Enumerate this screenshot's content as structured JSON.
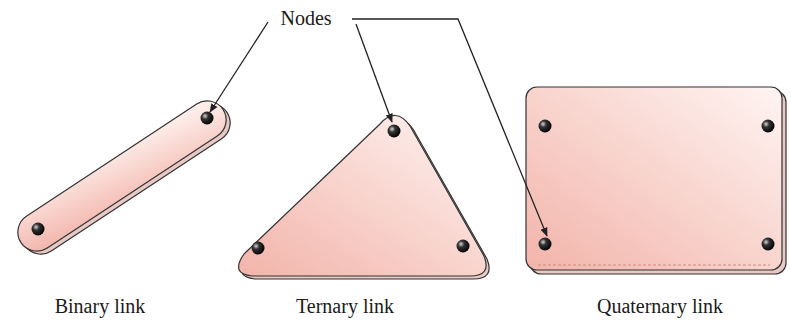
{
  "diagram": {
    "labels": [
      "Nodes",
      "Binary link",
      "Ternary link",
      "Quaternary link"
    ]
  }
}
